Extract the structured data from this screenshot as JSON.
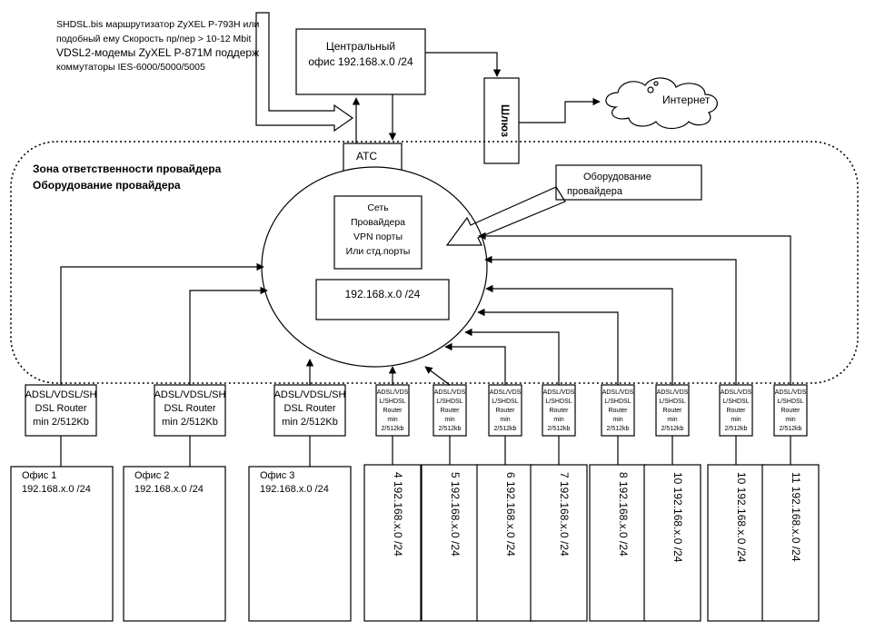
{
  "diagram": {
    "note_lines": [
      "SHDSL.bis маршрутизатор ZyXEL P-793H или",
      "подобный ему Скорость пр/пер > 10-12 Mbit",
      "VDSL2-модемы ZyXEL P-871M поддерж",
      "коммутаторы IES-6000/5000/5005"
    ],
    "central_office": [
      "Центральный",
      "офис 192.168.x.0 /24"
    ],
    "gateway": "Шлюз",
    "internet": "Интернет",
    "ats": "АТС",
    "zone_title_1": "Зона ответственности провайдера",
    "zone_title_2": "Оборудование провайдера",
    "provider_equipment": [
      "Оборудование",
      "провайдера"
    ],
    "provider_network": [
      "Сеть",
      "Провайдера",
      "VPN порты",
      "Или стд.порты"
    ],
    "subnet": "192.168.x.0 /24",
    "big_routers": [
      [
        "ADSL/VDSL/SH",
        "DSL Router",
        "min 2/512Kb"
      ],
      [
        "ADSL/VDSL/SH",
        "DSL Router",
        "min 2/512Kb"
      ],
      [
        "ADSL/VDSL/SH",
        "DSL Router",
        "min 2/512Kb"
      ]
    ],
    "small_router_lines": [
      "ADSL/VDS",
      "L/SHDSL",
      "Router",
      "min",
      "2/512kb"
    ],
    "offices": [
      [
        "Офис 1",
        "192.168.x.0 /24"
      ],
      [
        "Офис 2",
        "192.168.x.0 /24"
      ],
      [
        "Офис 3",
        "192.168.x.0 /24"
      ]
    ],
    "vertical_offices": [
      "4 192.168.x.0 /24",
      "5 192.168.x.0 /24",
      "6 192.168.x.0 /24",
      "7 192.168.x.0 /24",
      "8 192.168.x.0 /24",
      "10 192.168.x.0 /24",
      "10 192.168.x.0 /24",
      "11 192.168.x.0 /24"
    ]
  }
}
